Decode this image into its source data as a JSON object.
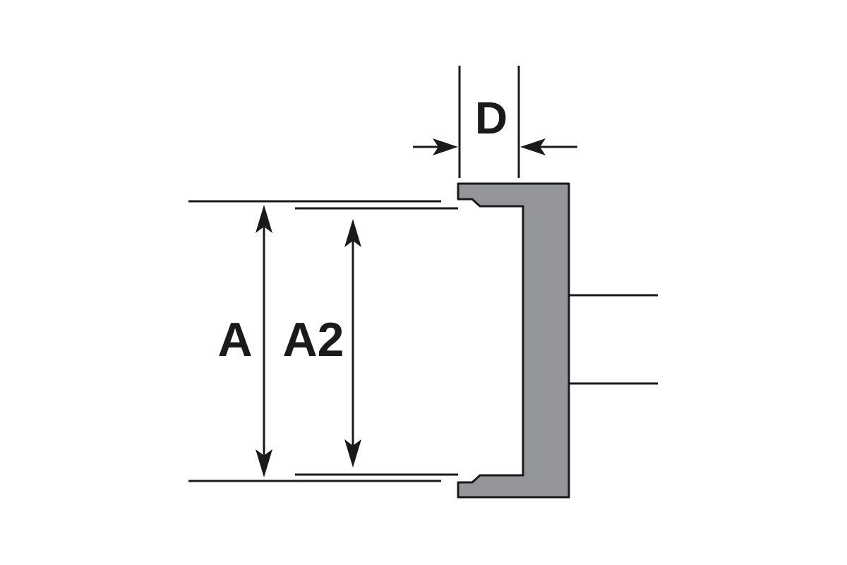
{
  "labels": {
    "d": "D",
    "a": "A",
    "a2": "A2"
  },
  "colors": {
    "part_fill": "#939598",
    "line": "#1a1a1a",
    "background": "#ffffff"
  }
}
